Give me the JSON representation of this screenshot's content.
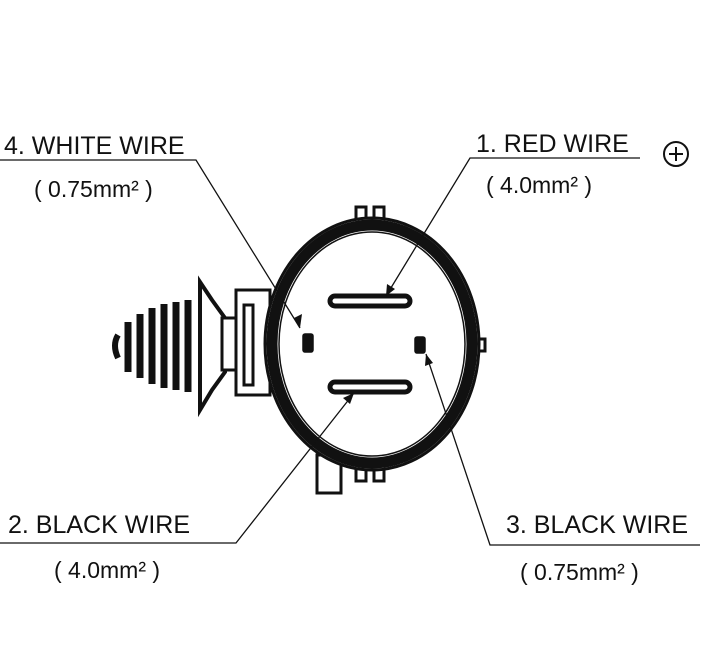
{
  "wires": [
    {
      "label": "4. WHITE WIRE",
      "size": "( 0.75mm² )"
    },
    {
      "label": "1. RED WIRE",
      "size": "( 4.0mm² )",
      "polarity": "+"
    },
    {
      "label": "2. BLACK WIRE",
      "size": "( 4.0mm² )"
    },
    {
      "label": "3. BLACK WIRE",
      "size": "( 0.75mm² )"
    }
  ],
  "icons": {
    "polarity": "plus-circle-icon"
  },
  "colors": {
    "line": "#111111",
    "background": "#ffffff"
  }
}
